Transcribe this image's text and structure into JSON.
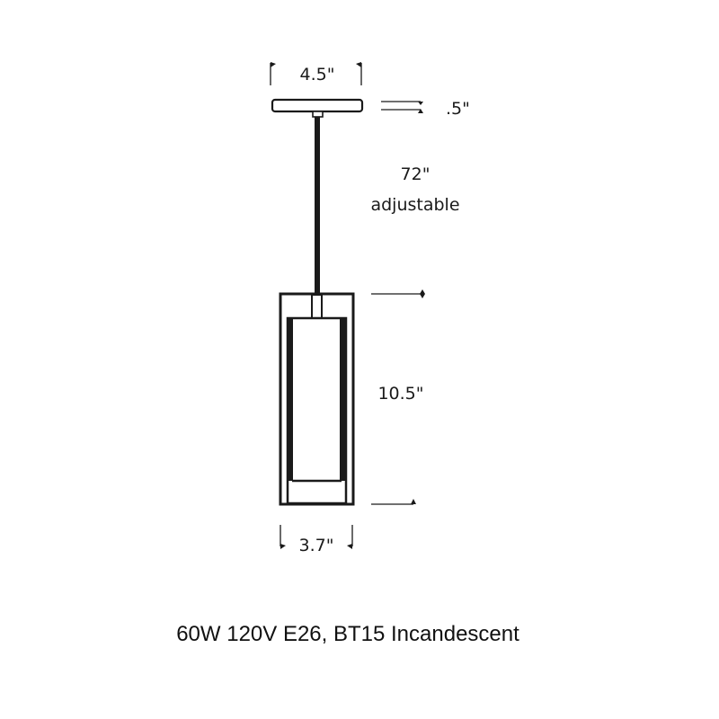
{
  "diagram": {
    "type": "pendant-light-dimension-drawing",
    "dimensions": {
      "canopy_width": "4.5\"",
      "canopy_height": ".5\"",
      "cord_length": "72\"",
      "cord_note": "adjustable",
      "shade_height": "10.5\"",
      "shade_width": "3.7\""
    },
    "spec_line": "60W 120V E26, BT15 Incandescent",
    "colors": {
      "line": "#1a1a1a",
      "background": "#ffffff"
    }
  }
}
